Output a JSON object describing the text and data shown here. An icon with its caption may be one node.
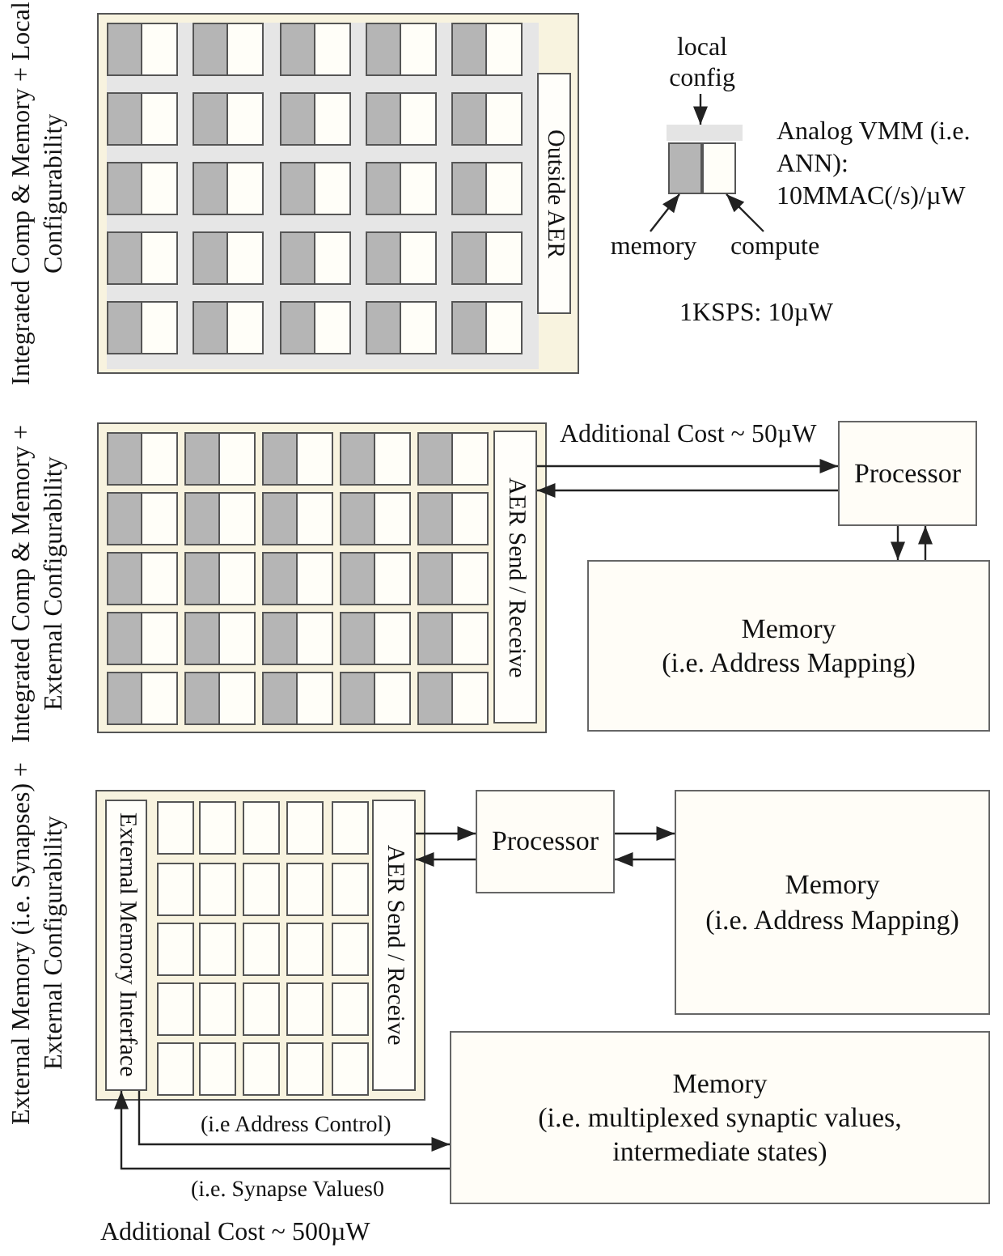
{
  "diagram": {
    "nodes": [
      {
        "text": [],
        "shape": "box"
      },
      {
        "text": [
          "Outside AER"
        ],
        "in": 0
      },
      {
        "text": [
          "local config"
        ]
      },
      {
        "text": [],
        "shape": "bar"
      },
      {
        "text": [],
        "shape": "box"
      },
      {
        "text": [],
        "shape": "box"
      },
      {
        "text": [
          "memory"
        ]
      },
      {
        "text": [
          "compute"
        ]
      },
      {
        "text": [],
        "shape": "box"
      },
      {
        "text": [
          "AER Send / Receive"
        ],
        "in": 8
      },
      {
        "text": [
          "Processor"
        ]
      },
      {
        "text": [
          "Memory",
          "(i.e. Address Mapping)"
        ]
      },
      {
        "text": [],
        "shape": "box"
      },
      {
        "text": [
          "External Memory Interface"
        ],
        "in": 12
      },
      {
        "text": [
          "AER Send / Receive"
        ],
        "in": 12
      },
      {
        "text": [
          "Processor"
        ]
      },
      {
        "text": [
          "Memory",
          "(i.e. Address Mapping)"
        ]
      },
      {
        "text": [
          "Memory",
          "(i.e. multiplexed synaptic values, intermediate states)"
        ]
      }
    ],
    "edges": [
      {
        "from": 2,
        "to": 3,
        "arrow": "to"
      },
      {
        "from": 6,
        "to": 4,
        "arrow": "to"
      },
      {
        "from": 7,
        "to": 5,
        "arrow": "to"
      },
      {
        "from": 9,
        "to": 10,
        "arrow": "to",
        "label": "Additional Cost ~ 50µW"
      },
      {
        "from": 10,
        "to": 9,
        "arrow": "to"
      },
      {
        "from": 10,
        "to": 11,
        "arrow": "to"
      },
      {
        "from": 11,
        "to": 10,
        "arrow": "to"
      },
      {
        "from": 14,
        "to": 15,
        "arrow": "to"
      },
      {
        "from": 15,
        "to": 14,
        "arrow": "to"
      },
      {
        "from": 15,
        "to": 16,
        "arrow": "to"
      },
      {
        "from": 16,
        "to": 15,
        "arrow": "to"
      },
      {
        "from": 13,
        "to": 17,
        "arrow": "to",
        "label": "(i.e Address Control)"
      },
      {
        "from": 17,
        "to": 13,
        "arrow": "to",
        "label": "(i.e. Synapse Values0"
      }
    ],
    "labels": [
      "Integrated Comp & Memory + Local Configurability",
      "Analog VMM (i.e. ANN): 10MMAC(/s)/µW",
      "1KSPS: 10µW",
      "Integrated Comp & Memory + External Configurability",
      "External Memory (i.e. Synapses) + External Configurability",
      "Additional Cost ~ 500µW"
    ]
  }
}
